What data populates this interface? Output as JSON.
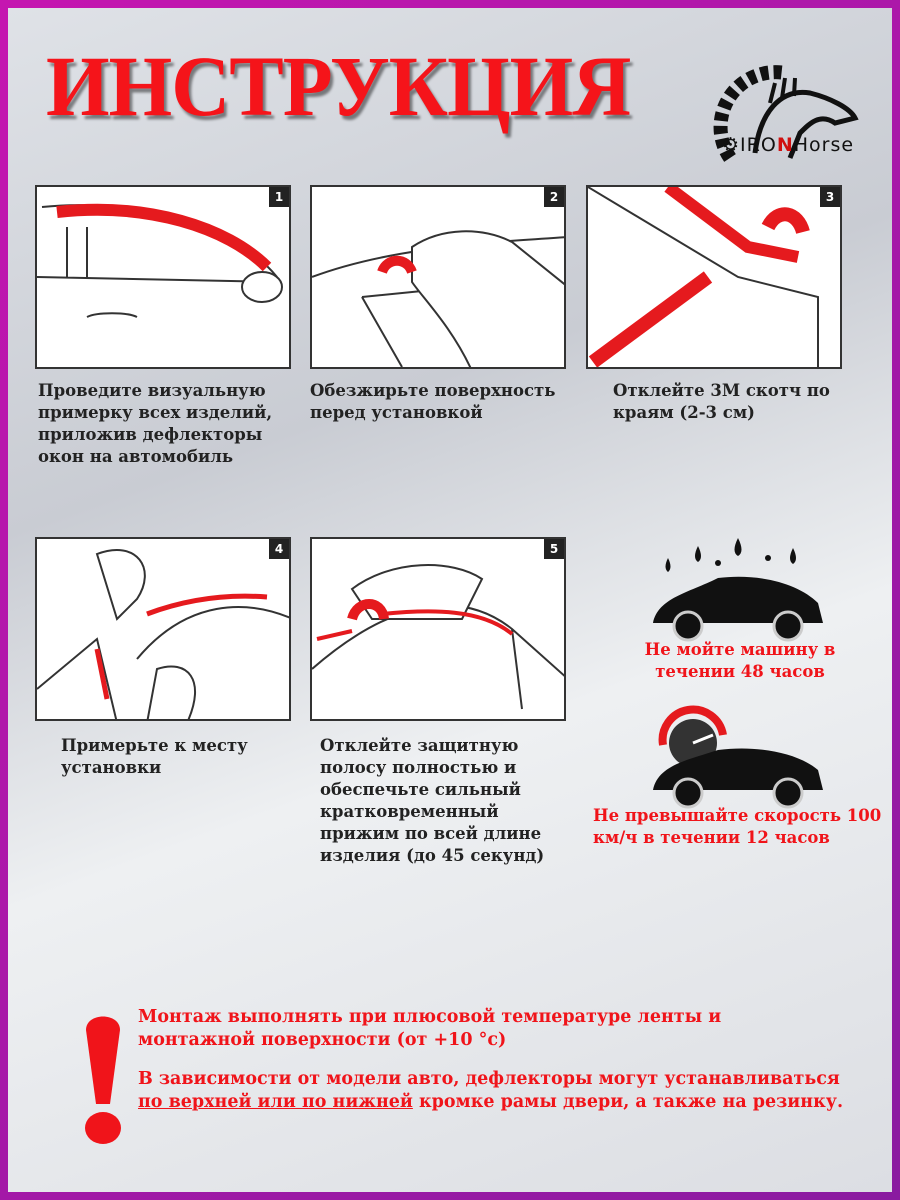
{
  "title": "ИНСТРУКЦИЯ",
  "logo": {
    "text_before": "IRO",
    "text_accent": "N",
    "text_after": "Horse"
  },
  "steps": [
    {
      "number": "1",
      "text": "Проведите визуальную примерку всех изделий, приложив дефлекторы окон на автомобиль"
    },
    {
      "number": "2",
      "text": "Обезжирьте поверхность перед установкой"
    },
    {
      "number": "3",
      "text": "Отклейте 3М скотч по краям (2-3 см)"
    },
    {
      "number": "4",
      "text": "Примерьте к месту установки"
    },
    {
      "number": "5",
      "text": "Отклейте защитную полосу полностью и обеспечьте сильный кратковременный прижим по всей длине изделия (до 45 секунд)"
    }
  ],
  "notes": {
    "no_wash": "Не мойте машину в течении 48 часов",
    "speed": "Не превышайте скорость 100 км/ч в течении 12 часов"
  },
  "warnings": {
    "temperature": "Монтаж выполнять при плюсовой температуре ленты и монтажной поверхности (от +10 °с)",
    "mount_start": "В зависимости от модели авто, дефлекторы могут устанавливаться ",
    "mount_underline": "по верхней или по нижней",
    "mount_end": " кромке рамы двери, а также на резинку."
  },
  "colors": {
    "accent": "#f0141a",
    "frame": "#b818a8"
  }
}
